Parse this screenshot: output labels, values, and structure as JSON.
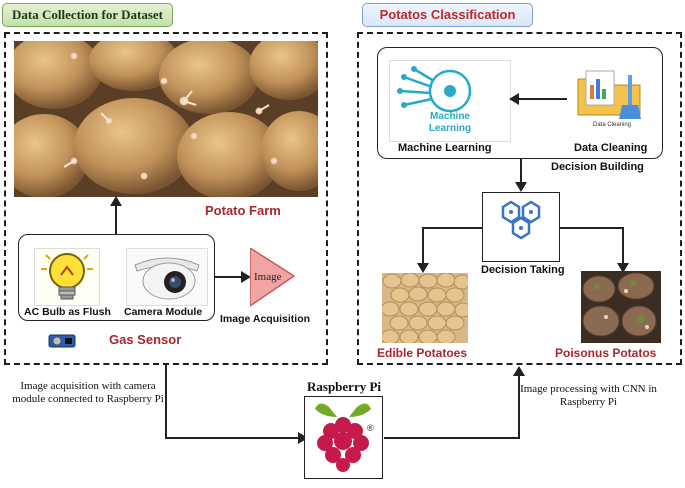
{
  "left_section": {
    "title": "Data Collection for Dataset",
    "farm_label": "Potato Farm",
    "bulb_label": "AC Bulb as Flush",
    "camera_label": "Camera Module",
    "image_block_label": "Image",
    "acquisition_label": "Image Acquisition",
    "gas_sensor_label": "Gas Sensor"
  },
  "right_section": {
    "title": "Potatos Classification",
    "ml_icon_text_line1": "Machine",
    "ml_icon_text_line2": "Learning",
    "ml_label": "Machine Learning",
    "cleaning_icon_text": "Data Cleaning",
    "cleaning_label": "Data Cleaning",
    "decision_building_label": "Decision Building",
    "decision_taking_label": "Decision Taking",
    "edible_label": "Edible Potatoes",
    "poisonous_label": "Poisonus Potatos"
  },
  "bottom": {
    "left_note": "Image acquisition with camera module connected to Raspberry Pi",
    "right_note": "Image processing with CNN in Raspberry Pi",
    "pi_label": "Raspberry Pi",
    "registered_mark": "®"
  },
  "colors": {
    "accent_red": "#a8262d",
    "ml_teal": "#27a9c9",
    "pi_red": "#c51a4a",
    "pi_green": "#75a928"
  }
}
